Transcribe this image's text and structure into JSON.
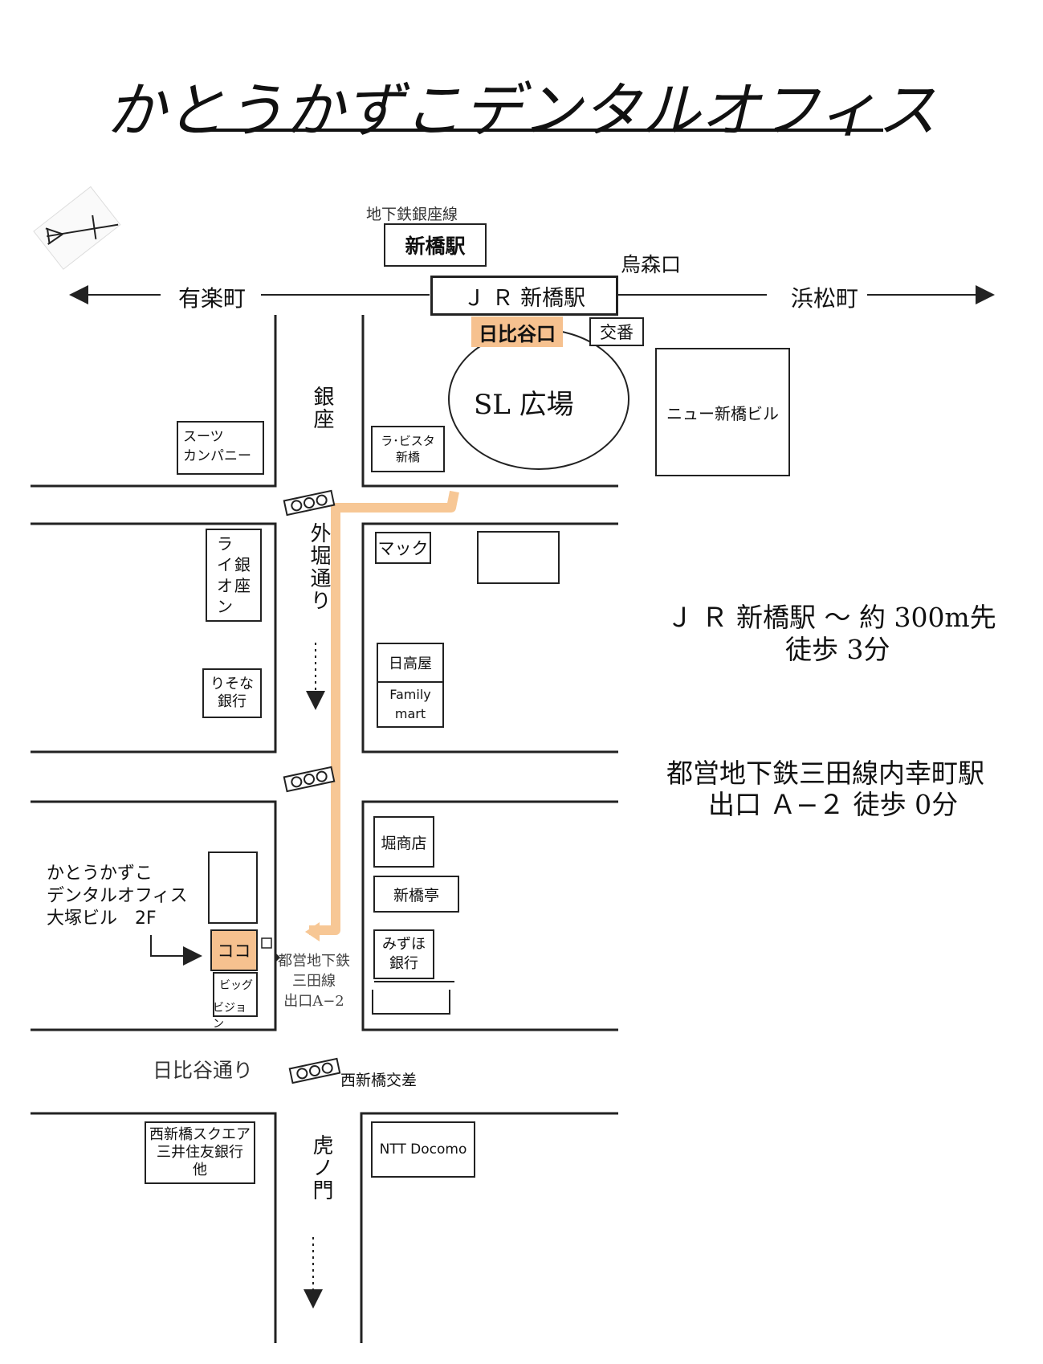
{
  "title": "かとうかずこデンタルオフィス",
  "colors": {
    "route": "#f7c795",
    "highlight": "#f6c18f",
    "line": "#222222"
  },
  "compass_icon": "north-arrow-icon",
  "stations": {
    "subway_line": "地下鉄銀座線",
    "subway_station": "新橋駅",
    "jr_station": "Ｊ Ｒ 新橋駅",
    "karasumori_exit": "烏森口",
    "hibiya_exit": "日比谷口",
    "koban": "交番"
  },
  "directions": {
    "left": "有楽町",
    "right": "浜松町"
  },
  "plaza": "SL 広場",
  "streets": {
    "ginza": "銀座",
    "sotobori": "外堀通り",
    "hibiya": "日比谷通り",
    "toranomon": "虎ノ門"
  },
  "buildings": {
    "suit_company": "スーツ\nカンパニー",
    "la_vista": "ラ･ビスタ\n新橋",
    "new_shinbashi": "ニュー新橋ビル",
    "mac": "マック",
    "lion_ginza_1": "ラ\nイ\nオ\nン",
    "lion_ginza_2": "銀\n座",
    "hidakaya": "日高屋",
    "familymart": "Family\nmart",
    "resona": "りそな\n銀行",
    "hori_shoten": "堀商店",
    "shinbashitei": "新橋亭",
    "mizuho": "みずほ\n銀行",
    "here": "ココ",
    "big_vision_1": "ビッグ",
    "big_vision_2": "ビジョン",
    "nishi_square": "西新橋スクエア\n三井住友銀行\n他",
    "ntt": "NTT Docomo"
  },
  "office_label": "かとうかずこ\nデンタルオフィス\n大塚ビル　2F",
  "subway_exit": "都営地下鉄\n三田線\n出口A−2",
  "intersection": "西新橋交差",
  "access": {
    "jr_line1": "Ｊ Ｒ 新橋駅 〜 約 300m先",
    "jr_line2": "徒歩 3分",
    "toei_line1": "都営地下鉄三田線内幸町駅",
    "toei_line2": "出口 Ａ−２ 徒歩 0分"
  }
}
